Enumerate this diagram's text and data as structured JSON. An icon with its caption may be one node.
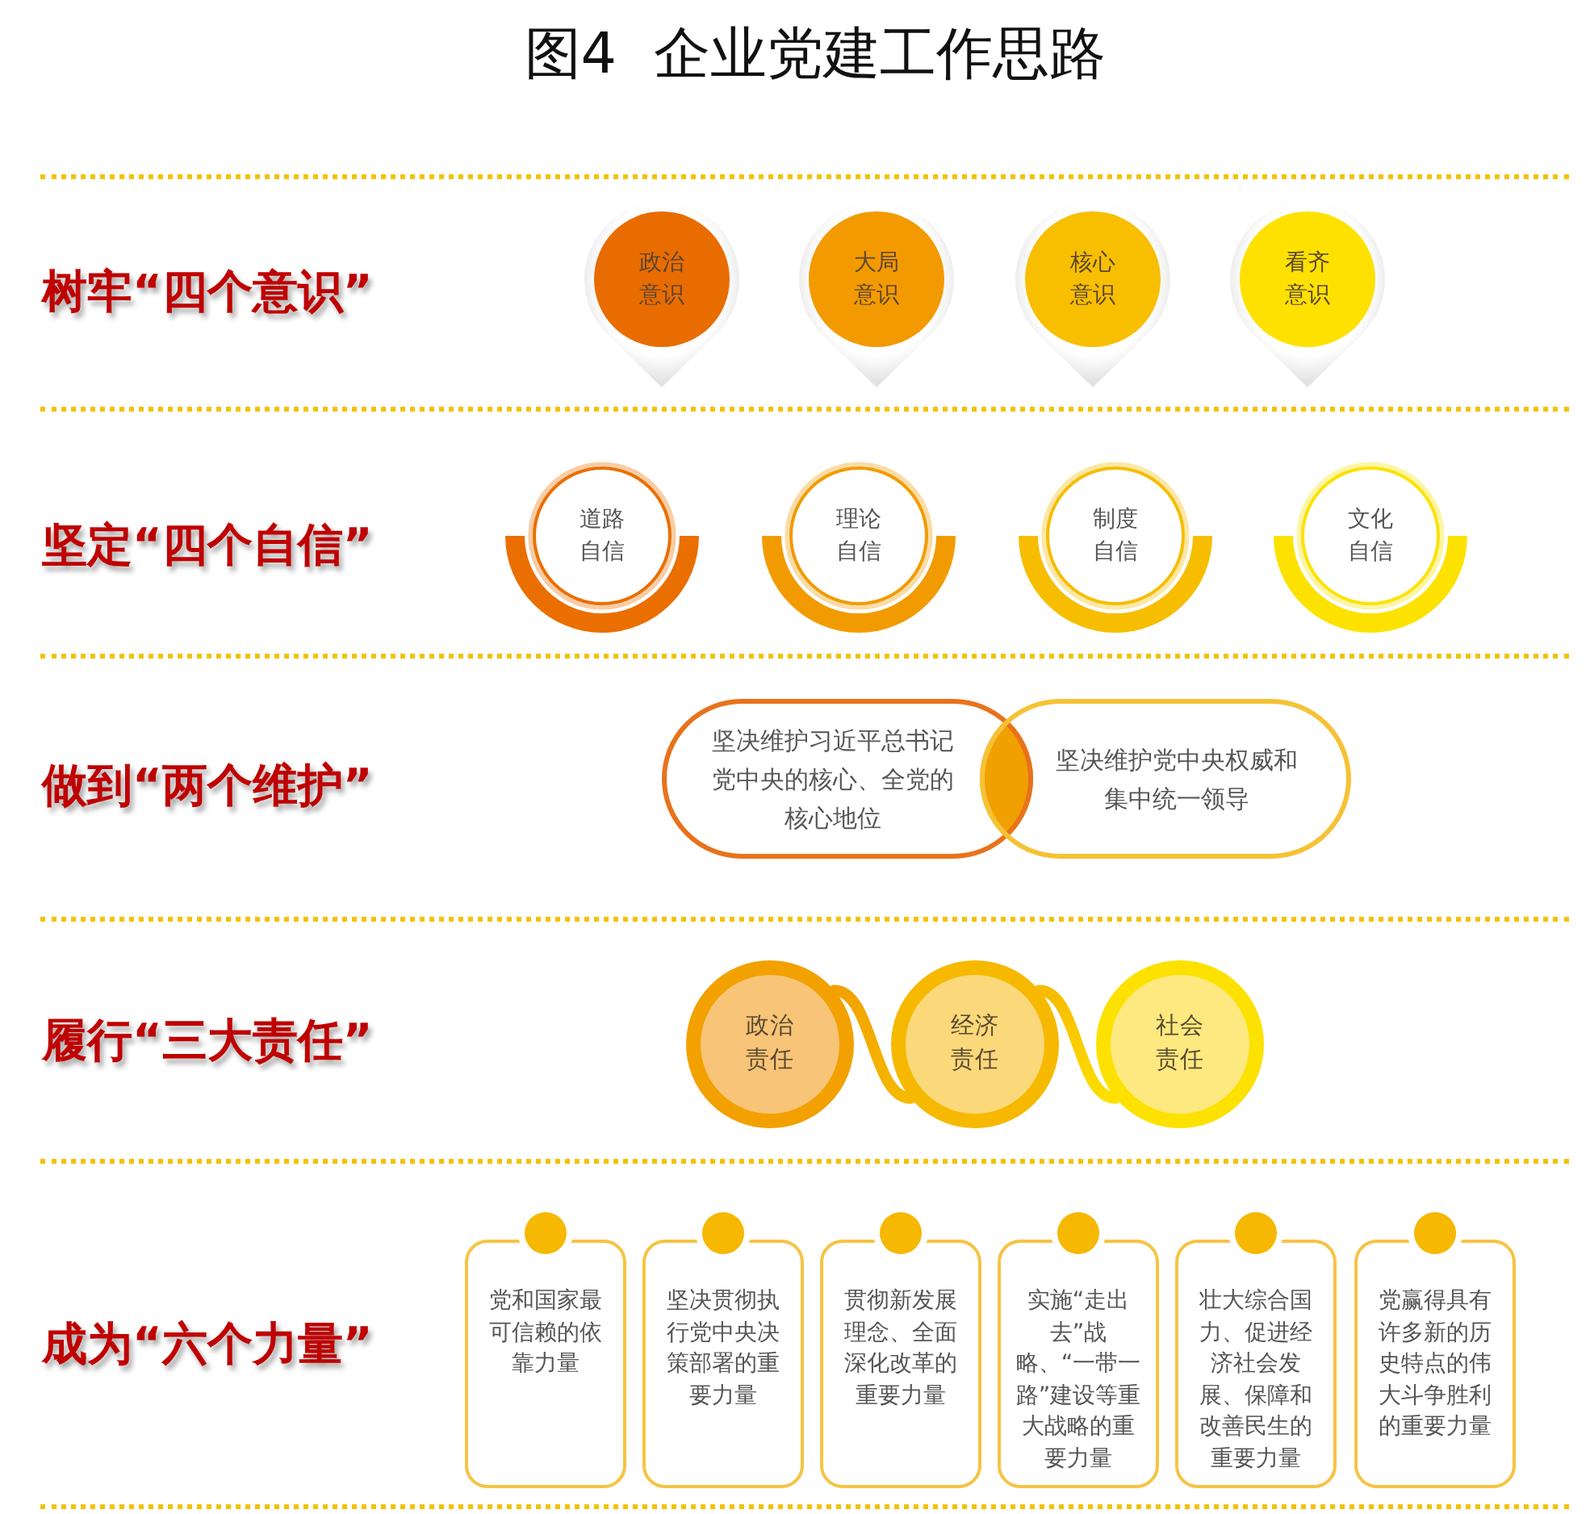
{
  "diagram": {
    "title": "图4 企业党建工作思路",
    "nodes": [
      {
        "text": [
          "政治意识"
        ]
      },
      {
        "text": [
          "大局意识"
        ]
      },
      {
        "text": [
          "核心意识"
        ]
      },
      {
        "text": [
          "看齐意识"
        ]
      },
      {
        "text": [
          "道路自信"
        ]
      },
      {
        "text": [
          "理论自信"
        ]
      },
      {
        "text": [
          "制度自信"
        ]
      },
      {
        "text": [
          "文化自信"
        ]
      },
      {
        "text": [
          "坚决维护习近平总书记党中央的核心、全党的核心地位"
        ]
      },
      {
        "text": [
          "坚决维护党中央权威和集中统一领导"
        ]
      },
      {
        "text": [
          "政治责任"
        ]
      },
      {
        "text": [
          "经济责任"
        ]
      },
      {
        "text": [
          "社会责任"
        ]
      },
      {
        "text": [
          "党和国家最可信赖的依靠力量"
        ]
      },
      {
        "text": [
          "坚决贯彻执行党中央决策部署的重要力量"
        ]
      },
      {
        "text": [
          "贯彻新发展理念、全面深化改革的重要力量"
        ]
      },
      {
        "text": [
          "实施“走出去”战略、“一带一路”建设等重大战略的重要力量"
        ]
      },
      {
        "text": [
          "壮大综合国力、促进经济社会发展、保障和改善民生的重要力量"
        ]
      },
      {
        "text": [
          "党赢得具有许多新的历史特点的伟大斗争胜利的重要力量"
        ]
      }
    ],
    "edges": [
      {
        "from": 10,
        "to": 11,
        "arrow": "none"
      },
      {
        "from": 11,
        "to": 12,
        "arrow": "none"
      }
    ],
    "labels": [
      "树牢“四个意识”",
      "坚定“四个自信”",
      "做到“两个维护”",
      "履行“三大责任”",
      "成为“六个力量”"
    ]
  }
}
